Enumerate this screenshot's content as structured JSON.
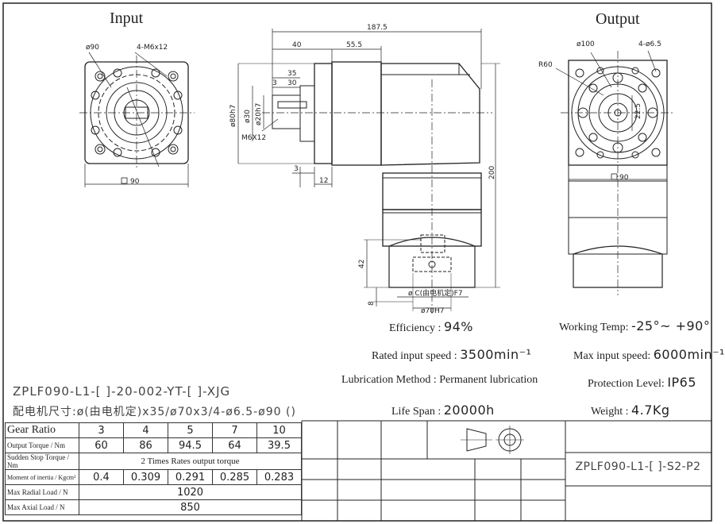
{
  "views": {
    "input_title": "Input",
    "output_title": "Output"
  },
  "dimensions": {
    "input_bolt_circle": "ø90",
    "input_holes": "4-M6x12",
    "input_square": "90",
    "overall_length": "187.5",
    "dim_40": "40",
    "dim_55_5": "55.5",
    "dim_35": "35",
    "dim_30": "30",
    "dim_3_top": "3",
    "shaft_h7": "ø80h7",
    "shaft_30": "ø30",
    "shaft_20h7": "ø20h7",
    "shaft_thread": "M6X12",
    "dim_3_bottom": "3",
    "dim_12": "12",
    "height_200": "200",
    "dim_42": "42",
    "dim_8": "8",
    "motor_bore": "ø C(由电机定)F7",
    "motor_pilot": "ø70H7",
    "output_bolt_circle": "ø100",
    "output_holes": "4-ø6.5",
    "output_radius": "R60",
    "output_dim_22_5": "22.5",
    "output_square": "90"
  },
  "specs": {
    "efficiency_label": "Efficiency :",
    "efficiency_value": "94%",
    "working_temp_label": "Working Temp:",
    "working_temp_value": "-25°~ +90°",
    "rated_speed_label": "Rated input speed :",
    "rated_speed_value": "3500min⁻¹",
    "max_speed_label": "Max input speed:",
    "max_speed_value": "6000min⁻¹",
    "lubrication_label": "Lubrication Method :",
    "lubrication_value": "Permanent lubrication",
    "protection_label": "Protection Level:",
    "protection_value": "IP65",
    "life_label": "Life Span :",
    "life_value": "20000h",
    "weight_label": "Weight :",
    "weight_value": "4.7Kg"
  },
  "model": {
    "line1": "ZPLF090-L1-[    ]-20-002-YT-[    ]-XJG",
    "line2": "配电机尺寸:ø(由电机定)x35/ø70x3/4-ø6.5-ø90 ()"
  },
  "table": {
    "gear_ratio_label": "Gear Ratio",
    "gear_ratios": [
      "3",
      "4",
      "5",
      "7",
      "10"
    ],
    "output_torque_label": "Output Torque / Nm",
    "output_torques": [
      "60",
      "86",
      "94.5",
      "64",
      "39.5"
    ],
    "sudden_stop_label": "Sudden Stop Torque / Nm",
    "sudden_stop_value": "2 Times Rates output torque",
    "inertia_label": "Moment of inertia / Kgcm²",
    "inertias": [
      "0.4",
      "0.309",
      "0.291",
      "0.285",
      "0.283"
    ],
    "radial_load_label": "Max Radial Load / N",
    "radial_load_value": "1020",
    "axial_load_label": "Max Axial Load / N",
    "axial_load_value": "850"
  },
  "title_block": {
    "model_code": "ZPLF090-L1-[    ]-S2-P2"
  }
}
